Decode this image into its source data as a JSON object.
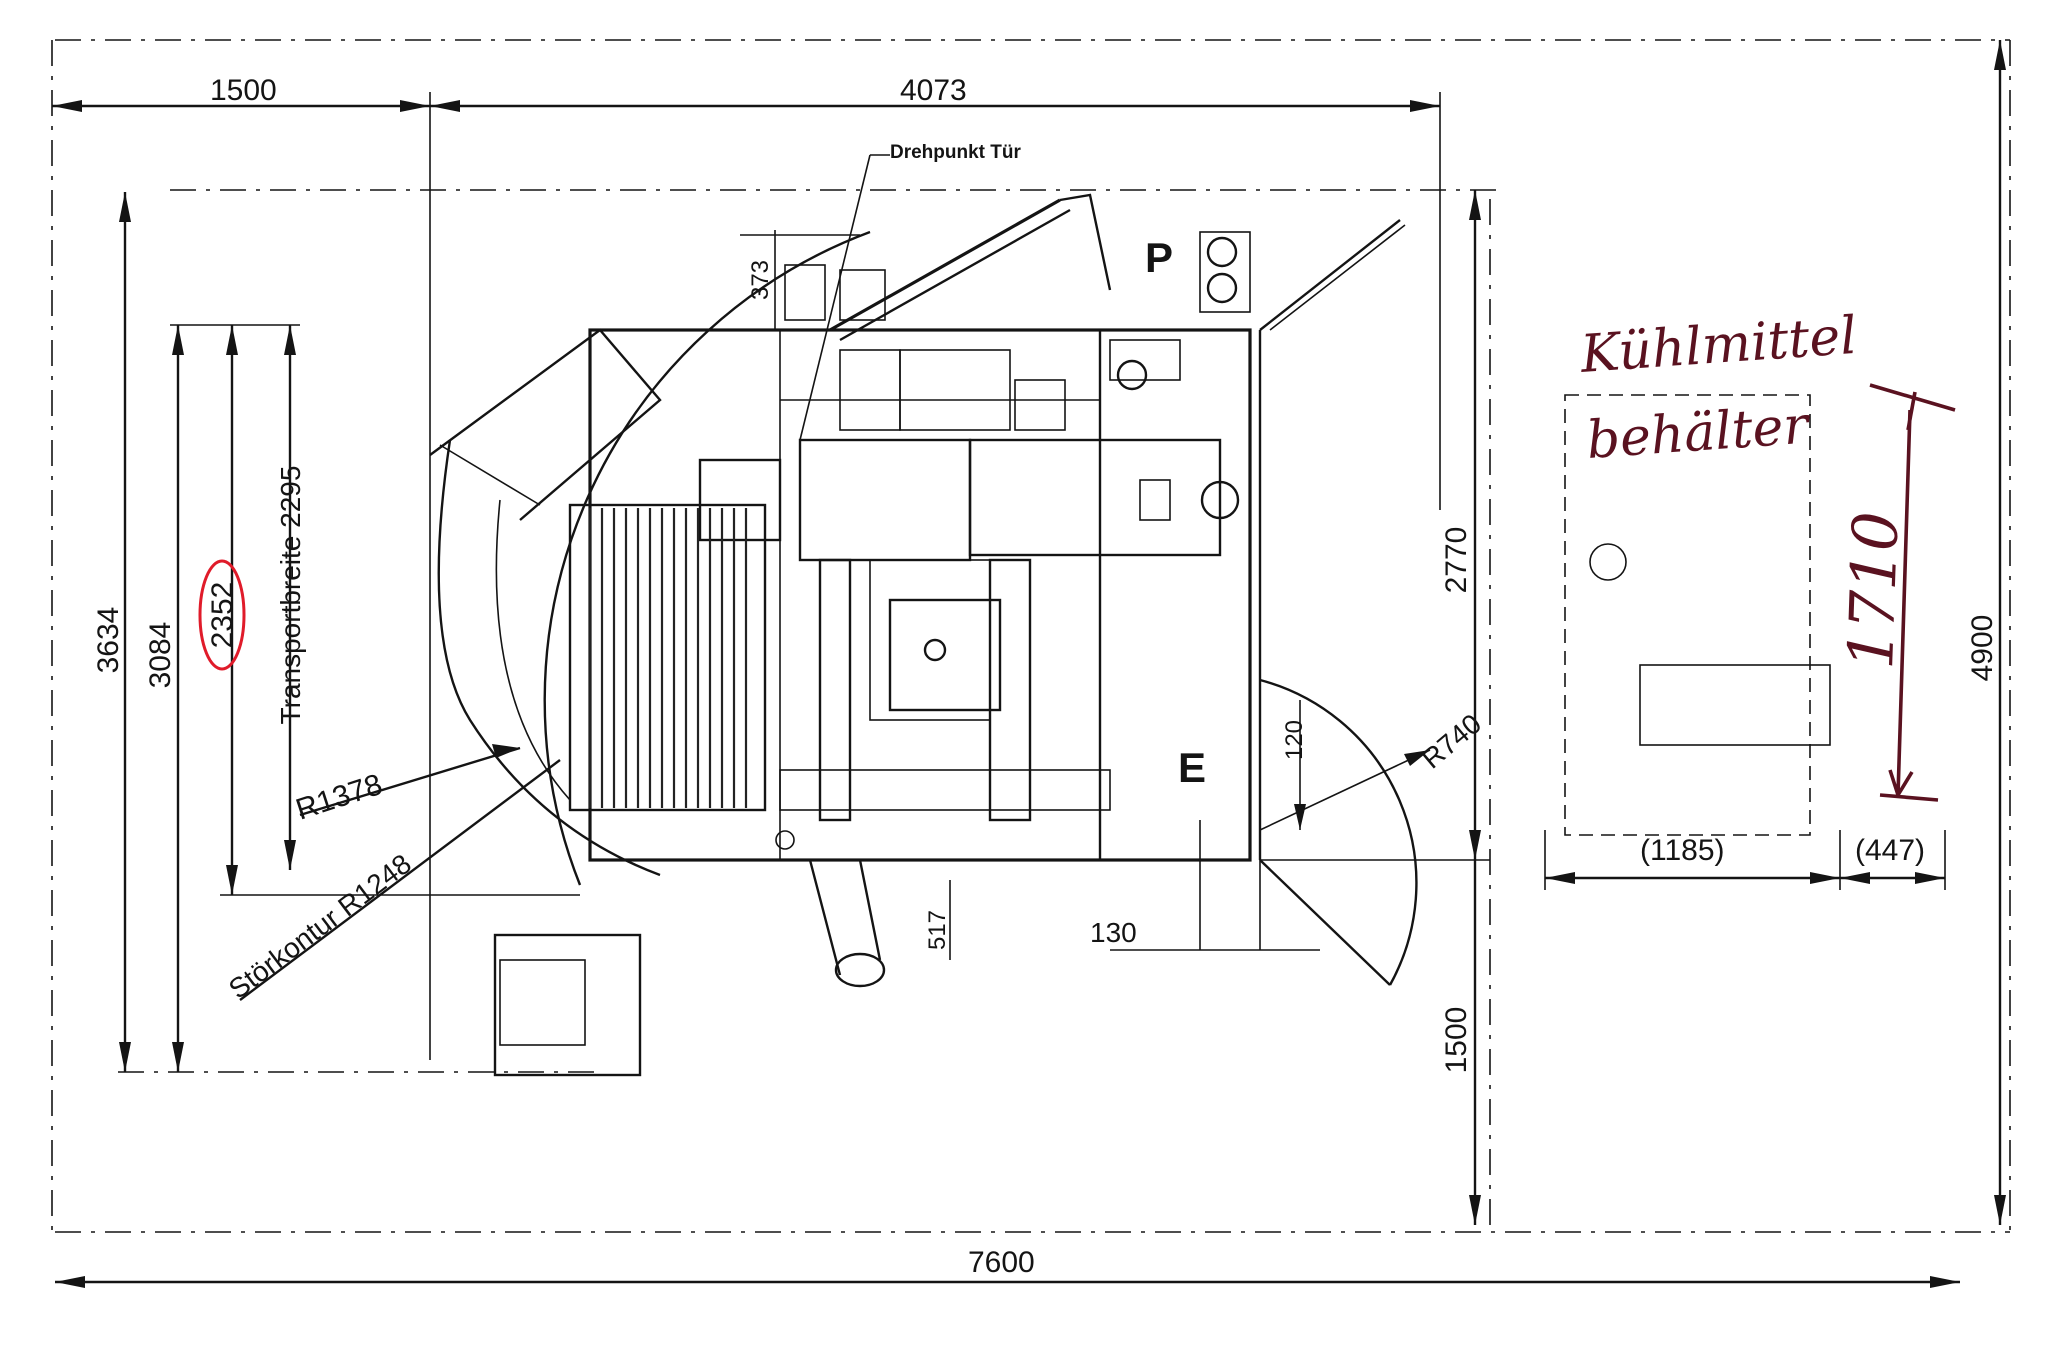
{
  "drawing": {
    "top_dims": {
      "left_width": "1500",
      "main_width": "4073"
    },
    "bottom_dim": {
      "total_width": "7600"
    },
    "left_dims": {
      "overall": "3634",
      "body": "3084",
      "circled": "2352",
      "transport_label": "Transportbreite 2295"
    },
    "right_dims": {
      "overall": "4900",
      "upper": "2770",
      "lower": "1500"
    },
    "inner_dims": {
      "d373": "373",
      "d517": "517",
      "d130": "130",
      "d120": "120"
    },
    "radii": {
      "r1378": "R1378",
      "r1248": "Störkontur R1248",
      "r740": "R740"
    },
    "labels": {
      "pivot_door": "Drehpunkt Tür",
      "p_marker": "P",
      "e_marker": "E"
    },
    "coolant": {
      "handwritten_line1": "Kühlmittel",
      "handwritten_line2": "behälter",
      "handwritten_dim": "1710",
      "width_1": "(1185)",
      "width_2": "(447)"
    }
  },
  "colors": {
    "ink": "#141414",
    "red_circle": "#e01b2a",
    "pen": "#5a1220"
  }
}
